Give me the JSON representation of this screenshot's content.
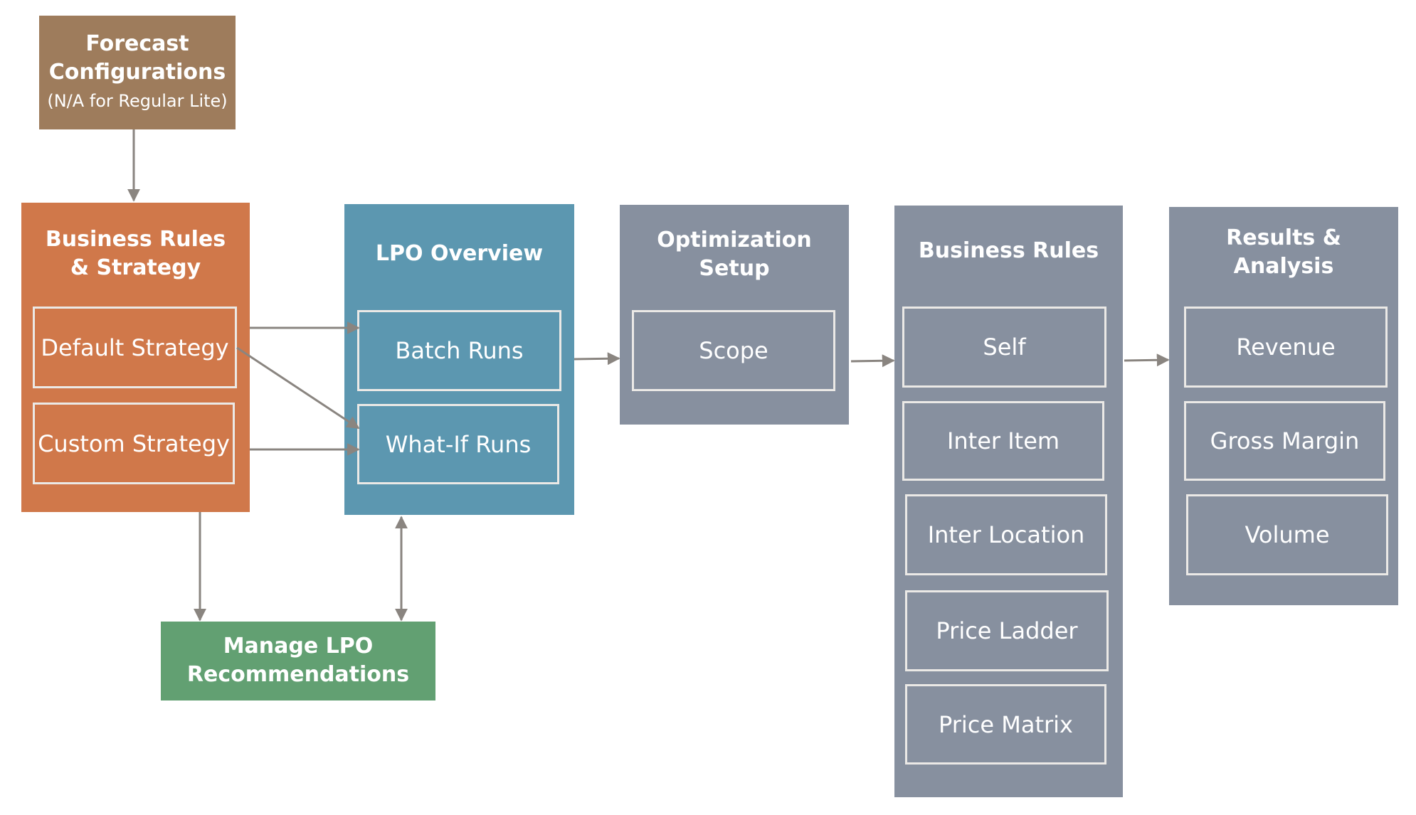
{
  "colors": {
    "brown": "#9e7c5c",
    "orange": "#d0784a",
    "blue": "#5c97b0",
    "gray": "#87909f",
    "green": "#62a072",
    "sub_border": "#ebe9e6",
    "arrow": "#8a8580"
  },
  "forecast": {
    "title": "Forecast\nConfigurations",
    "subtitle": "(N/A for Regular Lite)"
  },
  "business_strategy": {
    "title": "Business Rules\n& Strategy",
    "items": [
      "Default Strategy",
      "Custom Strategy"
    ]
  },
  "lpo_overview": {
    "title": "LPO Overview",
    "items": [
      "Batch Runs",
      "What-If Runs"
    ]
  },
  "optimization_setup": {
    "title": "Optimization\nSetup",
    "items": [
      "Scope"
    ]
  },
  "business_rules": {
    "title": "Business Rules",
    "items": [
      "Self",
      "Inter Item",
      "Inter Location",
      "Price Ladder",
      "Price Matrix"
    ]
  },
  "results_analysis": {
    "title": "Results &\nAnalysis",
    "items": [
      "Revenue",
      "Gross Margin",
      "Volume"
    ]
  },
  "manage_lpo": {
    "title": "Manage LPO\nRecommendations"
  }
}
